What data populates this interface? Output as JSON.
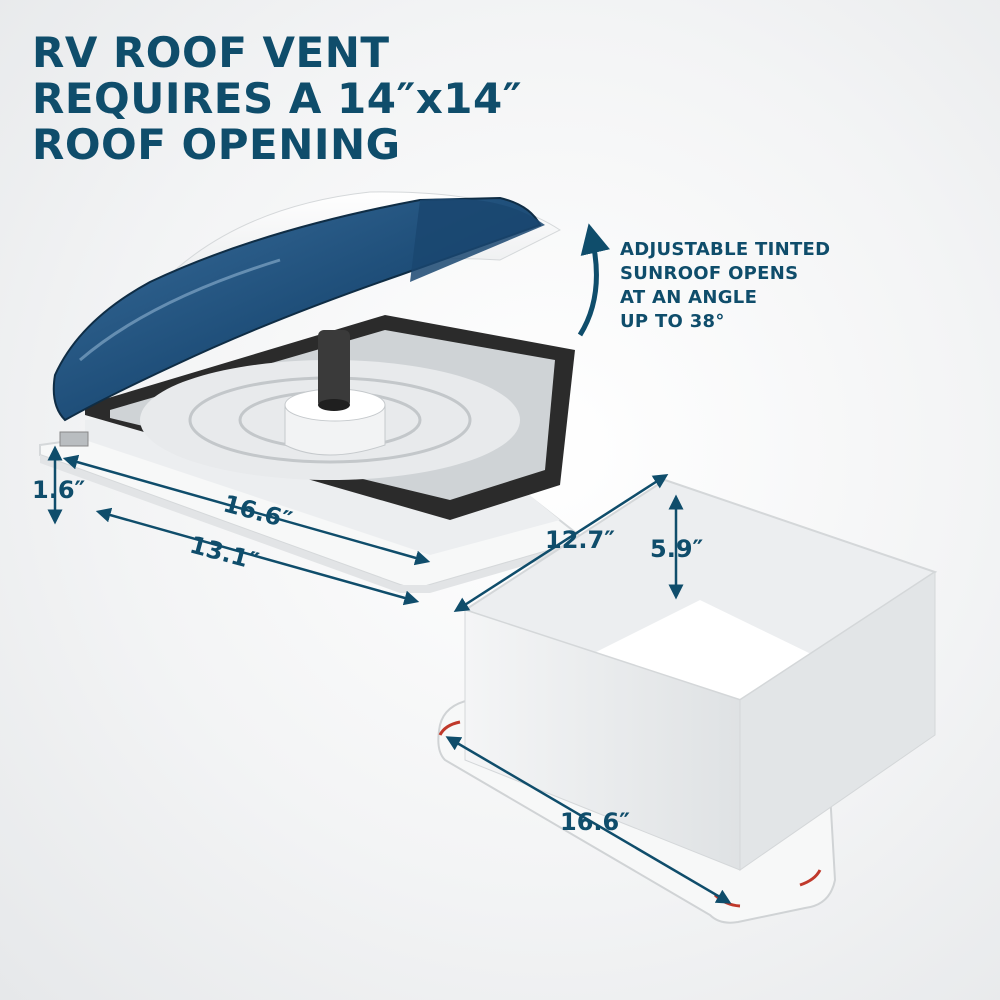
{
  "headline": {
    "line1": "RV ROOF VENT",
    "line2": "REQUIRES A 14″x14″",
    "line3": "ROOF OPENING"
  },
  "callout": {
    "line1": "ADJUSTABLE TINTED",
    "line2": "SUNROOF OPENS",
    "line3": "AT AN ANGLE",
    "line4": "UP TO 38°"
  },
  "dimensions": {
    "vent_height": "1.6″",
    "vent_width": "16.6″",
    "vent_depth": "13.1″",
    "box_width": "12.7″",
    "box_height": "5.9″",
    "flange_width": "16.6″"
  },
  "colors": {
    "brand": "#0f4d6b",
    "lid": "#1f4f7a",
    "gasket": "#2b2b2b"
  }
}
